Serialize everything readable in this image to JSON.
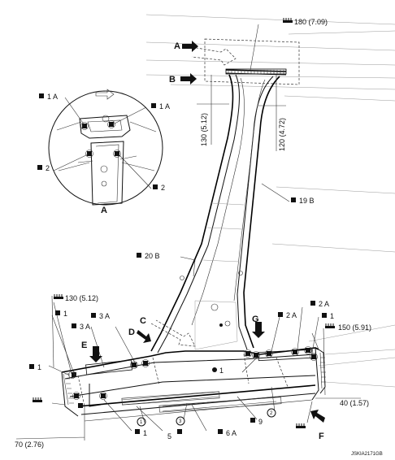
{
  "labels": {
    "lA": "A",
    "lB": "B",
    "lC": "C",
    "lD": "D",
    "lE": "E",
    "lF": "F",
    "lG": "G",
    "t180": "180 (7.09)",
    "t130v": "130 (5.12)",
    "t120v": "120 (4.72)",
    "t1A_l": "1 A",
    "t1A_r": "1 A",
    "t2_l": "2",
    "t2_r": "2",
    "detailA": "A",
    "t19B": "19 B",
    "t20B": "20 B",
    "t130h": "130 (5.12)",
    "t1_a": "1",
    "t3A_a": "3 A",
    "t3A_b": "3 A",
    "t1_b": "1",
    "t1_c": "1",
    "t2A_a": "2 A",
    "t2A_b": "2 A",
    "t1_d": "1",
    "t150": "150 (5.91)",
    "t40": "40 (1.57)",
    "t70": "70 (2.76)",
    "t1_e": "1",
    "t5": "5",
    "t6A": "6 A",
    "t9": "9",
    "c1": "1",
    "c2": "2",
    "c3": "3",
    "code": "JSKIA2171GB"
  },
  "icons": {
    "square": "spot-weld-square-icon",
    "comb": "mig-plug-weld-icon",
    "circle": "spot-weld-circle-icon"
  },
  "colors": {
    "line": "#111111",
    "background": "#ffffff",
    "faint": "#999999"
  }
}
